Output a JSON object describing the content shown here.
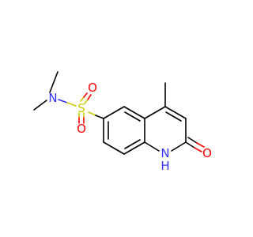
{
  "molecule": {
    "atoms": {
      "n_sulfonamide": "N",
      "sulfur": "S",
      "o_top": "O",
      "o_bottom": "O",
      "n_ring": "N",
      "h_ring": "H",
      "o_carbonyl": "O"
    }
  },
  "colors": {
    "bond": "#000000",
    "nitrogen": "#3333ff",
    "oxygen": "#ff0000",
    "sulfur": "#cccc00",
    "background": "#ffffff"
  }
}
